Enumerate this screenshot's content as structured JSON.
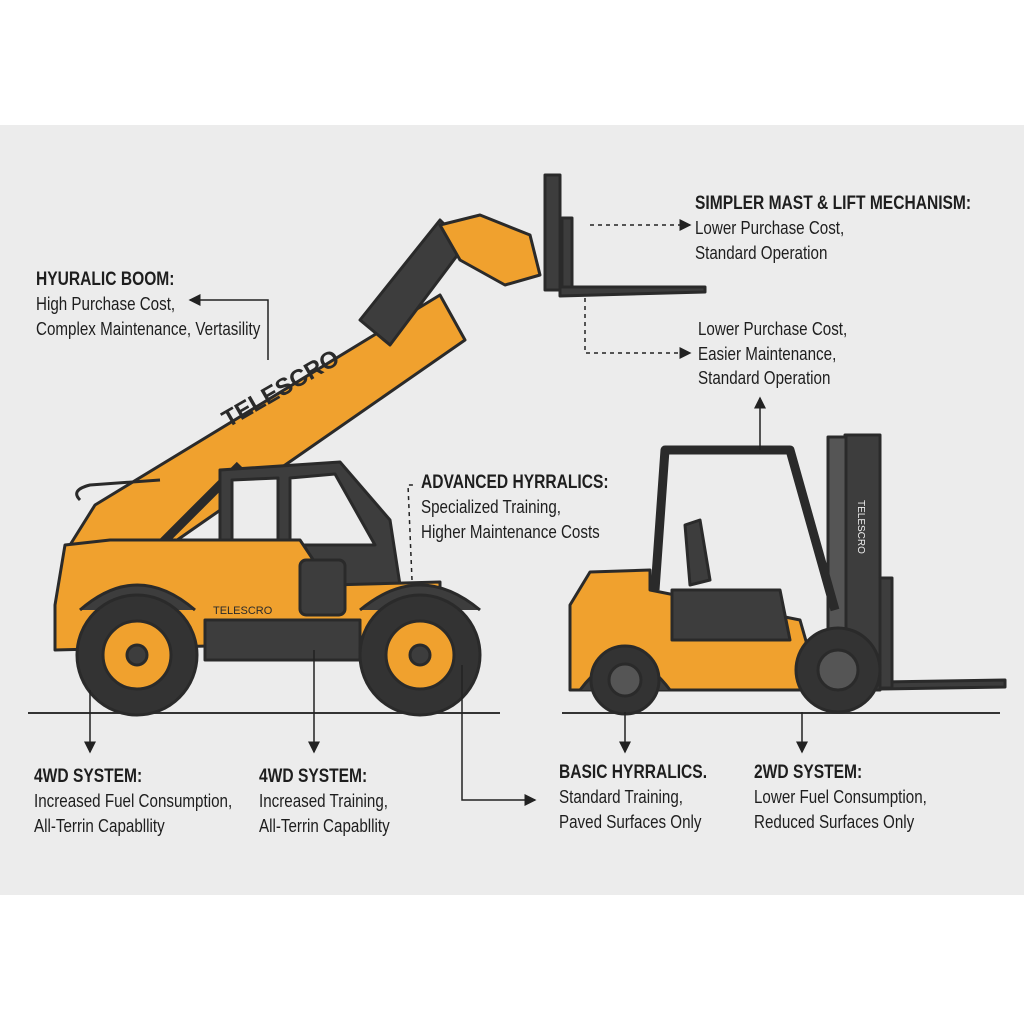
{
  "colors": {
    "body": "#f0a12e",
    "dark": "#3d3d3d",
    "background": "#ececec",
    "text": "#1e1e1e"
  },
  "vehicles": {
    "telehandler_brand": "TELESCRO",
    "telehandler_side_badge": "TELESCRO",
    "forklift_mast_badge": "TELESCRO"
  },
  "callouts": [
    {
      "title": "SIMPLER MAST & LIFT MECHANISM:",
      "lines": [
        "Lower Purchase Cost,",
        "Standard Operation"
      ]
    },
    {
      "title": "",
      "lines": [
        "Lower Purchase Cost,",
        "Easier Maintenance,",
        "Standard Operation"
      ]
    },
    {
      "title": "HYURALIC BOOM:",
      "lines": [
        "High Purchase Cost,",
        "Complex Maintenance, Vertasility"
      ]
    },
    {
      "title": "ADVANCED HYRRALICS:",
      "lines": [
        "Specialized Training,",
        "Higher Maintenance Costs"
      ]
    },
    {
      "title": "4WD SYSTEM:",
      "lines": [
        "Increased Fuel Consumption,",
        "All-Terrin Capabllity"
      ]
    },
    {
      "title": "4WD SYSTEM:",
      "lines": [
        "Increased Training,",
        "All-Terrin Capabllity"
      ]
    },
    {
      "title": "BASIC HYRRALICS.",
      "lines": [
        "Standard Training,",
        "Paved Surfaces Only"
      ]
    },
    {
      "title": "2WD SYSTEM:",
      "lines": [
        "Lower Fuel Consumption,",
        "Reduced Surfaces Only"
      ]
    }
  ]
}
